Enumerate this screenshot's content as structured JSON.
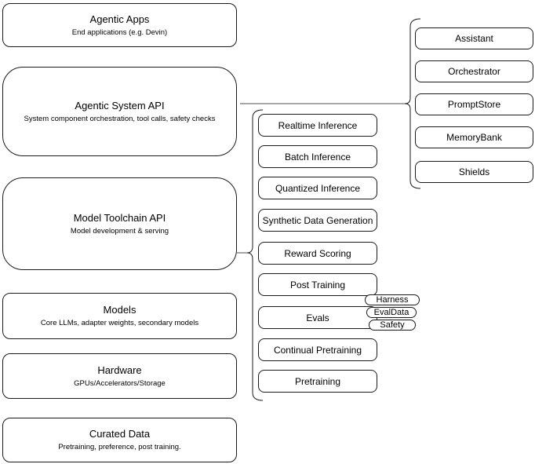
{
  "diagram": {
    "left_stack": [
      {
        "title": "Agentic Apps",
        "subtitle": "End applications (e.g. Devin)"
      },
      {
        "title": "Agentic System API",
        "subtitle": "System component orchestration, tool calls, safety checks"
      },
      {
        "title": "Model Toolchain API",
        "subtitle": "Model development & serving"
      },
      {
        "title": "Models",
        "subtitle": "Core LLMs, adapter weights, secondary models"
      },
      {
        "title": "Hardware",
        "subtitle": "GPUs/Accelerators/Storage"
      },
      {
        "title": "Curated Data",
        "subtitle": "Pretraining, preference, post training."
      }
    ],
    "toolchain_group": [
      "Realtime Inference",
      "Batch Inference",
      "Quantized Inference",
      "Synthetic Data Generation",
      "Reward Scoring",
      "Post Training",
      "Evals",
      "Continual Pretraining",
      "Pretraining"
    ],
    "evals_tags": [
      "Harness",
      "EvalData",
      "Safety"
    ],
    "system_group": [
      "Assistant",
      "Orchestrator",
      "PromptStore",
      "MemoryBank",
      "Shields"
    ],
    "colors": {
      "stroke": "#1a1a1a",
      "connector": "#4d4d4d",
      "background": "#ffffff",
      "text": "#000000"
    }
  }
}
